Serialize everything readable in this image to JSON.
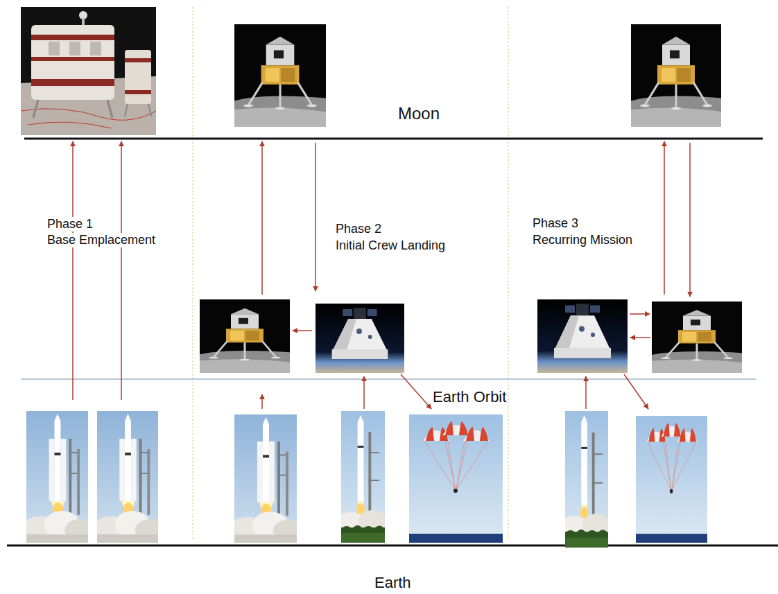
{
  "diagram": {
    "labels": [
      "Moon",
      "Phase 1",
      "Base Emplacement",
      "Phase 2",
      "Initial Crew Landing",
      "Phase 3",
      "Recurring Mission",
      "Earth Orbit",
      "Earth"
    ]
  }
}
